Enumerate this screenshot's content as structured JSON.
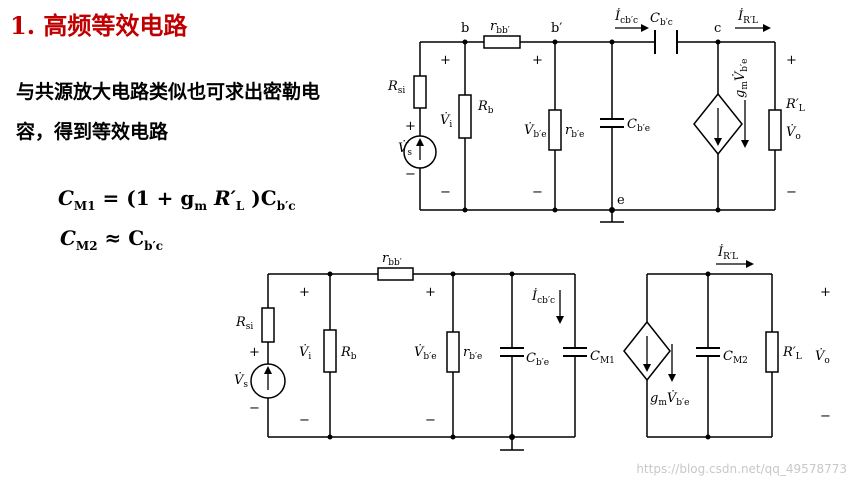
{
  "title": "1. 高频等效电路",
  "intro": "与共源放大电路类似也可求出密勒电容，得到等效电路",
  "equations": {
    "cm1": {
      "lhs": "C",
      "lhs_sub": "M1",
      "rhs": "= (1 + g",
      "rhs_sub1": "m",
      "r": "R′",
      "r_sub": "L",
      "end": ")C",
      "end_sub": "b′c"
    },
    "cm2": {
      "lhs": "C",
      "lhs_sub": "M2",
      "rhs": "≈ C",
      "rhs_sub": "b′c"
    }
  },
  "circuit1": {
    "node_b": "b",
    "node_b_prime": "b′",
    "node_c": "c",
    "node_e": "e",
    "r_bb": "r",
    "r_bb_sub": "bb′",
    "rsi": "R",
    "rsi_sub": "si",
    "vs": "V̇",
    "vs_sub": "s",
    "vi": "V̇",
    "vi_sub": "i",
    "rb": "R",
    "rb_sub": "b",
    "vbe": "V̇",
    "vbe_sub": "b′e",
    "rbe": "r",
    "rbe_sub": "b′e",
    "cbe": "C",
    "cbe_sub": "b′e",
    "cbc": "C",
    "cbc_sub": "b′c",
    "icbc": "İ",
    "icbc_sub": "cb′c",
    "irl": "İ",
    "irl_sub": "R′L",
    "gm": "g",
    "gm_sub": "m",
    "gm_v": "V̇",
    "gm_v_sub": "b′e",
    "rl": "R′",
    "rl_sub": "L",
    "vo": "V̇",
    "vo_sub": "o",
    "plus": "+",
    "minus": "−"
  },
  "circuit2": {
    "r_bb": "r",
    "r_bb_sub": "bb′",
    "rsi": "R",
    "rsi_sub": "si",
    "vs": "V̇",
    "vs_sub": "s",
    "vi": "V̇",
    "vi_sub": "i",
    "rb": "R",
    "rb_sub": "b",
    "vbe": "V̇",
    "vbe_sub": "b′e",
    "rbe": "r",
    "rbe_sub": "b′e",
    "cbe": "C",
    "cbe_sub": "b′e",
    "icbc": "İ",
    "icbc_sub": "cb′c",
    "cm1": "C",
    "cm1_sub": "M1",
    "gm": "g",
    "gm_sub": "m",
    "gm_v": "V̇",
    "gm_v_sub": "b′e",
    "cm2": "C",
    "cm2_sub": "M2",
    "irl": "İ",
    "irl_sub": "R′L",
    "rl": "R′",
    "rl_sub": "L",
    "vo": "V̇",
    "vo_sub": "o",
    "plus": "+",
    "minus": "−"
  },
  "watermark": "https://blog.csdn.net/qq_49578773"
}
